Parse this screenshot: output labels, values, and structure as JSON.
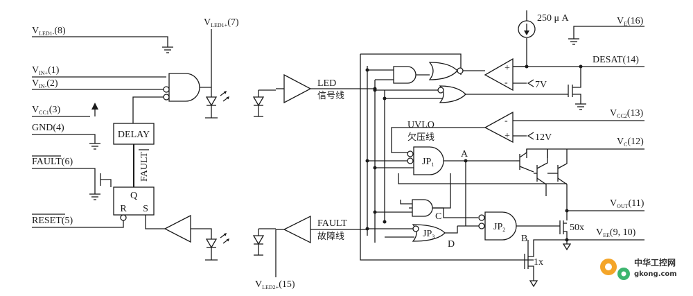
{
  "pins": {
    "vled1_minus": {
      "v": "V",
      "sub": "LED1-",
      "num": "(8)"
    },
    "vled1_plus": {
      "v": "V",
      "sub": "LED1+",
      "num": "(7)"
    },
    "vin_plus": {
      "v": "V",
      "sub": "IN+",
      "num": "(1)"
    },
    "vin_minus": {
      "v": "V",
      "sub": "IN-",
      "num": "(2)"
    },
    "vcc1": {
      "v": "V",
      "sub": "CC1",
      "num": "(3)"
    },
    "gnd": {
      "text": "GND(4)"
    },
    "fault": {
      "text": "FAULT(6)"
    },
    "reset": {
      "text": "RESET(5)"
    },
    "vled2": {
      "v": "V",
      "sub": "LED2+",
      "num": "(15)"
    },
    "ve": {
      "v": "V",
      "sub": "E",
      "num": "(16)"
    },
    "desat": {
      "text": "DESAT(14)"
    },
    "vcc2": {
      "v": "V",
      "sub": "CC2",
      "num": "(13)"
    },
    "vc": {
      "v": "V",
      "sub": "C",
      "num": "(12)"
    },
    "vout": {
      "v": "V",
      "sub": "OUT",
      "num": "(11)"
    },
    "vee": {
      "v": "V",
      "sub": "EE",
      "num": "(9, 10)"
    }
  },
  "blocks": {
    "delay": "DELAY",
    "fault_vertical": "FAULT",
    "latch_q": "Q",
    "latch_r": "R",
    "latch_s": "S",
    "jp1": "JP",
    "jp2": "JP",
    "jp3": "JP",
    "jp1_sub": "1",
    "jp2_sub": "2",
    "jp3_sub": "3"
  },
  "signals": {
    "led": "LED",
    "led_cn": "信号线",
    "fault": "FAULT",
    "fault_cn": "故障线",
    "uvlo": "UVLO",
    "uvlo_cn": "欠压线",
    "node_a": "A",
    "node_b": "B",
    "node_c": "C",
    "node_d": "D",
    "current_source": "250 μ A",
    "vref_7": "7V",
    "vref_12": "12V",
    "plus": "+",
    "minus": "-",
    "fet_50x": "50x",
    "fet_1x": "1x"
  },
  "watermark": {
    "cn": "中华工控网",
    "url": "gkong.com"
  }
}
